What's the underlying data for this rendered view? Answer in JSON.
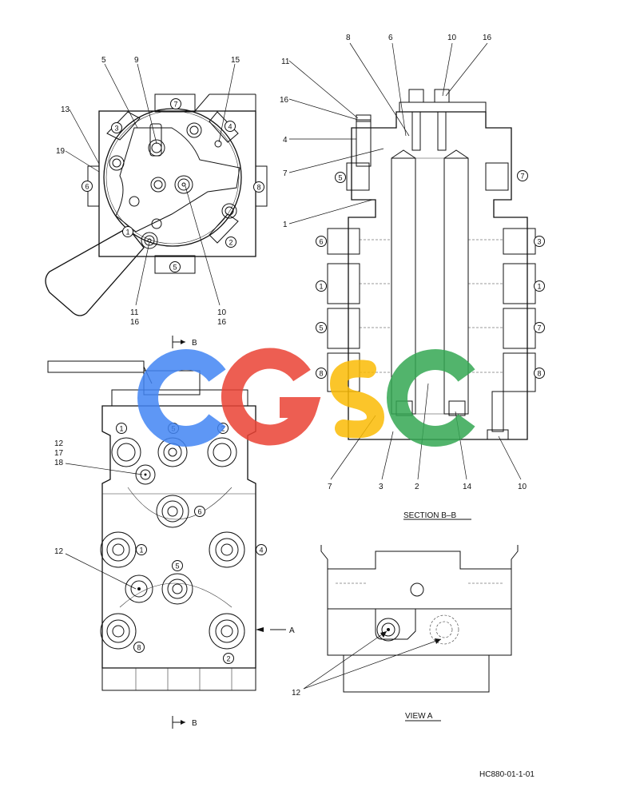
{
  "callouts": {
    "top_left": [
      "13",
      "19",
      "5",
      "9",
      "15",
      "11\n16",
      "10\n16"
    ],
    "section": [
      "8",
      "6",
      "10",
      "16",
      "11",
      "16",
      "4",
      "7",
      "1",
      "7",
      "3",
      "2",
      "14",
      "10"
    ],
    "front": [
      "12",
      "17",
      "18",
      "12"
    ],
    "view_a": [
      "12"
    ]
  },
  "labels": {
    "n13": "13",
    "n19": "19",
    "n5": "5",
    "n9": "9",
    "n15": "15",
    "n11a": "11",
    "n16a": "16",
    "n10a": "10",
    "n16b": "16",
    "s8": "8",
    "s6": "6",
    "s10": "10",
    "s16": "16",
    "s11": "11",
    "s16b": "16",
    "s4": "4",
    "s7": "7",
    "s1": "1",
    "s7b": "7",
    "s3": "3",
    "s2": "2",
    "s14": "14",
    "s10b": "10",
    "f12": "12",
    "f17": "17",
    "f18": "18",
    "f12b": "12",
    "v12": "12",
    "arrow_b": "B",
    "arrow_b2": "B",
    "arrow_a": "A"
  },
  "circled_ports": {
    "top_view": [
      "7",
      "4",
      "8",
      "2",
      "5",
      "6",
      "3",
      "1"
    ],
    "section_left": [
      "5",
      "6",
      "1",
      "5",
      "8"
    ],
    "section_right": [
      "7",
      "3",
      "1",
      "7",
      "8"
    ],
    "front_view": [
      "1",
      "5",
      "2",
      "6",
      "1",
      "4",
      "5",
      "8",
      "2"
    ]
  },
  "titles": {
    "section": "SECTION  B–B",
    "view_a": "VIEW  A"
  },
  "drawing_number": "HC880-01-1-01",
  "watermark": {
    "letters": [
      "C",
      "G",
      "S",
      "C"
    ],
    "colors": [
      "#4285F4",
      "#EA4335",
      "#FBBC05",
      "#34A853"
    ]
  }
}
